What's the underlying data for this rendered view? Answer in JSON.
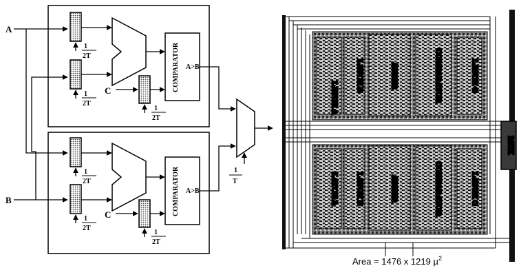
{
  "schematic": {
    "input_a": "A",
    "input_b": "B",
    "input_c_top": "C",
    "input_c_bottom": "C",
    "clk_num": "1",
    "clk_den": "2T",
    "comparator_label": "COMPARATOR",
    "comparator_out": "A>B",
    "mux_clk_num": "1",
    "mux_clk_den": "T"
  },
  "layout": {
    "top_blocks": [
      "LATCH A",
      "LATCH B",
      "ADDER",
      "COMPARATOR",
      "LATCH C"
    ],
    "bottom_blocks": [
      "LATCH A",
      "LATCH B",
      "ADDER",
      "COMPARATOR",
      "LATCH C"
    ],
    "mux_label": "MUX",
    "area_label": "Area = 1476 x 1219 µ",
    "area_exp": "2"
  }
}
